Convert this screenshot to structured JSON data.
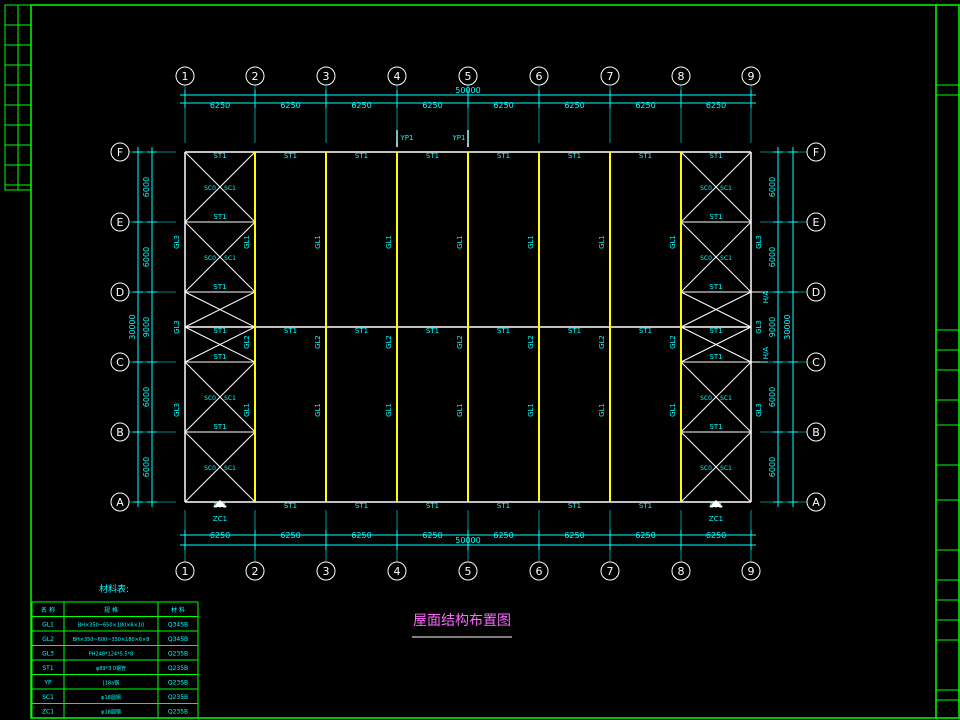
{
  "colors": {
    "background": "#000000",
    "frame": "#00ff00",
    "axis_circle": "#ffffff",
    "axis_label": "#ffffff",
    "dimension": "#00ffff",
    "member_label": "#00ffff",
    "primary_beam": "#ffff00",
    "secondary_beam": "#ffffff",
    "table_text": "#00ffff",
    "title": "#ff66ff"
  },
  "drawing": {
    "title": "屋面结构布置图",
    "axes_x": [
      "1",
      "2",
      "3",
      "4",
      "5",
      "6",
      "7",
      "8",
      "9"
    ],
    "axes_y": [
      "F",
      "E",
      "D",
      "C",
      "B",
      "A"
    ],
    "bay_spacing_x": [
      "6250",
      "6250",
      "6250",
      "6250",
      "6250",
      "6250",
      "6250",
      "6250"
    ],
    "total_x": "50000",
    "bay_spacing_y_left": [
      "6000",
      "6000",
      "9000",
      "6000",
      "6000"
    ],
    "bay_spacing_y_right": [
      "6000",
      "6000",
      "9000",
      "6000",
      "6000"
    ],
    "total_y": "30000",
    "labels": {
      "tie": "ST1",
      "brace_sc": "SC1",
      "brace_sc0": "SC0",
      "gl1": "GL1",
      "gl2": "GL2",
      "gl3": "GL3",
      "yp": "YP1",
      "zc": "ZC1",
      "hk": "H/A"
    }
  },
  "materials_table": {
    "title": "材料表:",
    "headers": [
      "名 称",
      "规 格",
      "材 料"
    ],
    "rows": [
      [
        "GL1",
        "BH×350~650×180×6×10",
        "Q345B"
      ],
      [
        "GL2",
        "BH×350~600~350×180×6×8",
        "Q345B"
      ],
      [
        "GL3",
        "PH248*124*5.5*8",
        "Q235B"
      ],
      [
        "ST1",
        "φ89*3.0钢管",
        "Q235B"
      ],
      [
        "YP",
        "[18a钢",
        "Q235B"
      ],
      [
        "SC1",
        "φ18圆钢",
        "Q235B"
      ],
      [
        "ZC1",
        "φ18圆钢",
        "Q235B"
      ]
    ]
  }
}
